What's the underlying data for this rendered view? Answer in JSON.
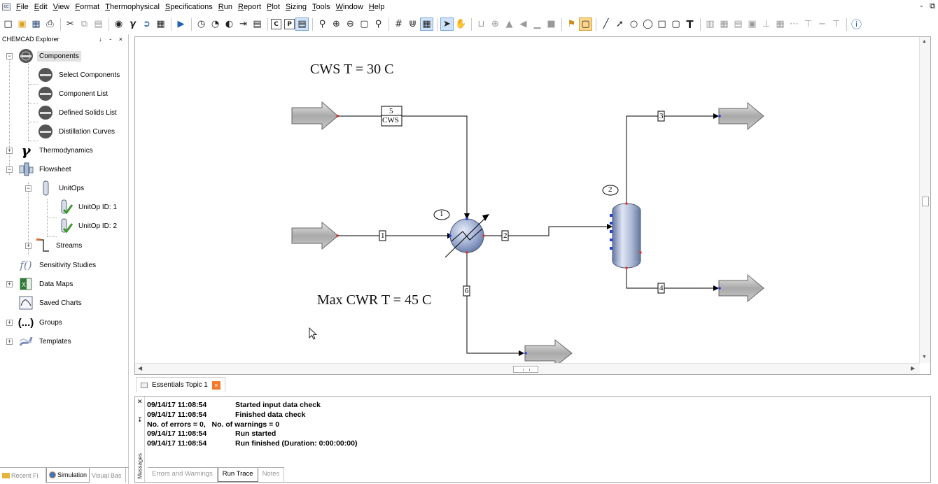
{
  "menu": {
    "items": [
      "File",
      "Edit",
      "View",
      "Format",
      "Thermophysical",
      "Specifications",
      "Run",
      "Report",
      "Plot",
      "Sizing",
      "Tools",
      "Window",
      "Help"
    ],
    "window_controls": [
      "-",
      "⧉"
    ]
  },
  "toolbar": {
    "icons": [
      "new-icon",
      "open-icon",
      "save-icon",
      "print-icon",
      "cut-icon",
      "copy-icon",
      "paste-icon",
      "library-icon",
      "gamma-icon",
      "recycle-icon",
      "calculator-icon",
      "run-icon",
      "clock-icon",
      "gauge-icon",
      "sweep-icon",
      "export-icon",
      "report-icon",
      "c-icon",
      "p-icon",
      "note-icon",
      "zoom-window-icon",
      "zoom-in-icon",
      "zoom-out-icon",
      "zoom-fit-icon",
      "search-icon",
      "grid-icon",
      "snap-icon",
      "layout-icon",
      "select-icon",
      "pan-icon"
    ]
  },
  "explorer": {
    "title": "CHEMCAD Explorer",
    "pin_controls": "↓ - ×",
    "nodes": {
      "components": "Components",
      "select_components": "Select Components",
      "component_list": "Component List",
      "defined_solids": "Defined Solids List",
      "distillation_curves": "Distillation Curves",
      "thermodynamics": "Thermodynamics",
      "flowsheet": "Flowsheet",
      "unitops": "UnitOps",
      "unitop1": "UnitOp ID: 1",
      "unitop2": "UnitOp ID: 2",
      "streams": "Streams",
      "sensitivity": "Sensitivity Studies",
      "data_maps": "Data Maps",
      "saved_charts": "Saved Charts",
      "groups": "Groups",
      "templates": "Templates"
    },
    "bottom_tabs": {
      "recent": "Recent Fi",
      "simulation": "Simulation",
      "visual_basic": "Visual Bas"
    }
  },
  "flowsheet": {
    "annotation_top": "CWS T = 30 C",
    "annotation_bottom": "Max CWR T = 45 C",
    "cws_box_number": "5",
    "cws_box_label": "CWS",
    "stream_labels": {
      "s1": "1",
      "s2": "2",
      "s3": "3",
      "s4": "4",
      "s6": "6"
    },
    "unit_labels": {
      "u1": "1",
      "u2": "2"
    }
  },
  "doc_tab": {
    "label": "Essentials Topic 1",
    "close": "×"
  },
  "messages": {
    "side_label": "Messages",
    "lines": [
      {
        "ts": "09/14/17 11:08:54",
        "text": "Started input data check"
      },
      {
        "ts": "09/14/17 11:08:54",
        "text": "Finished data check"
      },
      {
        "ts": "",
        "text": "No. of errors = 0,   No. of warnings = 0"
      },
      {
        "ts": "09/14/17 11:08:54",
        "text": "Run started"
      },
      {
        "ts": "09/14/17 11:08:54",
        "text": "Run finished (Duration: 0:00:00:00)"
      }
    ],
    "tabs": {
      "errors": "Errors and Warnings",
      "trace": "Run Trace",
      "notes": "Notes"
    }
  }
}
